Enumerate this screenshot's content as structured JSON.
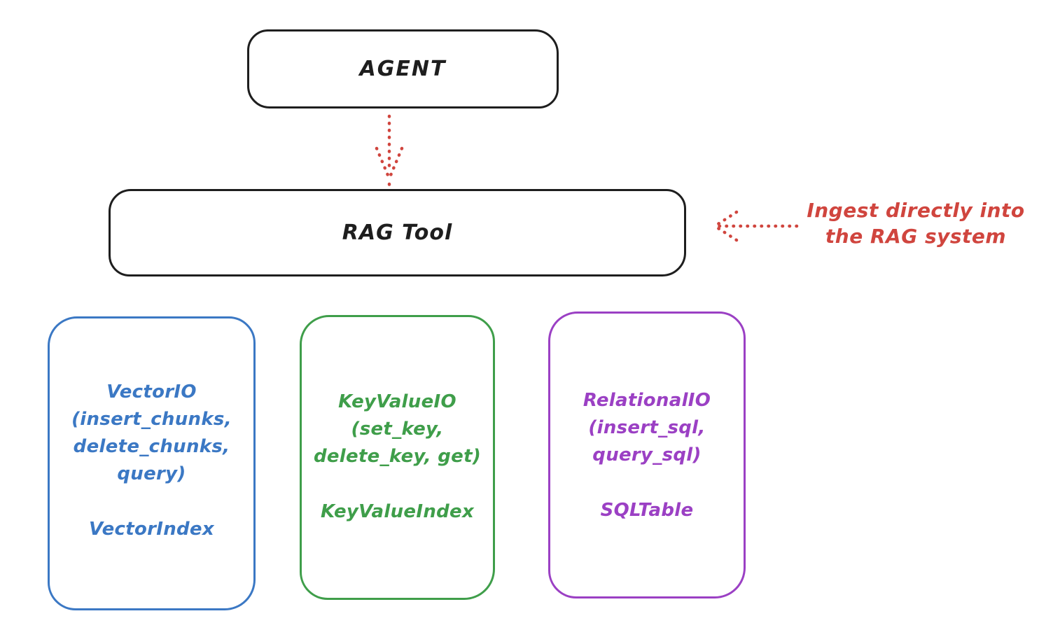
{
  "diagram": {
    "title_none": "",
    "colors": {
      "stroke_black": "#1e1e1e",
      "accent_red": "#d0453e",
      "accent_blue": "#3b78c4",
      "accent_green": "#3f9e4a",
      "accent_purple": "#9b40c4",
      "background": "#ffffff"
    },
    "nodes": {
      "agent": {
        "label": "AGENT"
      },
      "rag_tool": {
        "label": "RAG Tool"
      },
      "vector_io": {
        "lines": [
          "VectorIO",
          "(insert_chunks,",
          "delete_chunks,",
          "query)"
        ],
        "footer": "VectorIndex",
        "color": "#3b78c4"
      },
      "key_value_io": {
        "lines": [
          "KeyValueIO",
          "(set_key,",
          "delete_key, get)"
        ],
        "footer": "KeyValueIndex",
        "color": "#3f9e4a"
      },
      "relational_io": {
        "lines": [
          "RelationalIO",
          "(insert_sql,",
          "query_sql)"
        ],
        "footer": "SQLTable",
        "color": "#9b40c4"
      }
    },
    "annotation": {
      "lines": [
        "Ingest directly into",
        "the RAG system"
      ],
      "color": "#d0453e"
    },
    "arrows": {
      "agent_to_rag_tool": {
        "style": "dotted",
        "color": "#d0453e",
        "direction": "down"
      },
      "annotation_to_rag_tool": {
        "style": "dotted",
        "color": "#d0453e",
        "direction": "left"
      }
    }
  }
}
